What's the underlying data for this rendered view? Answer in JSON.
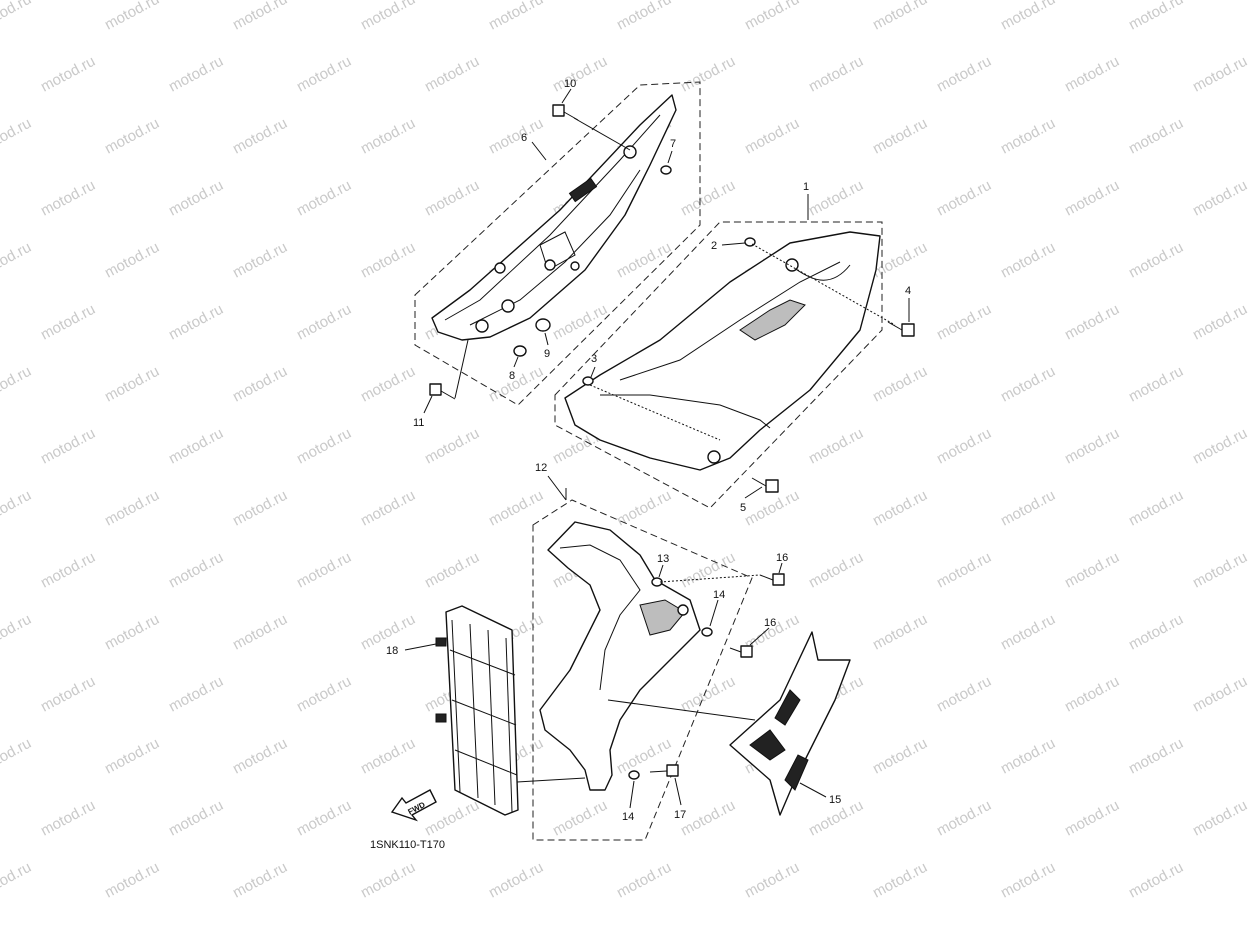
{
  "watermark": {
    "text": "motod.ru",
    "color": "#c9c9c9"
  },
  "diagram": {
    "code": "1SNK110-T170",
    "fwd_label": "FWD",
    "callouts": [
      {
        "id": "c1",
        "label": "1"
      },
      {
        "id": "c2",
        "label": "2"
      },
      {
        "id": "c3",
        "label": "3"
      },
      {
        "id": "c4",
        "label": "4"
      },
      {
        "id": "c5",
        "label": "5"
      },
      {
        "id": "c6",
        "label": "6"
      },
      {
        "id": "c7",
        "label": "7"
      },
      {
        "id": "c8",
        "label": "8"
      },
      {
        "id": "c9",
        "label": "9"
      },
      {
        "id": "c10",
        "label": "10"
      },
      {
        "id": "c11",
        "label": "11"
      },
      {
        "id": "c12",
        "label": "12"
      },
      {
        "id": "c13",
        "label": "13"
      },
      {
        "id": "c14a",
        "label": "14"
      },
      {
        "id": "c14b",
        "label": "14"
      },
      {
        "id": "c15",
        "label": "15"
      },
      {
        "id": "c16a",
        "label": "16"
      },
      {
        "id": "c16b",
        "label": "16"
      },
      {
        "id": "c17",
        "label": "17"
      },
      {
        "id": "c18",
        "label": "18"
      }
    ]
  }
}
